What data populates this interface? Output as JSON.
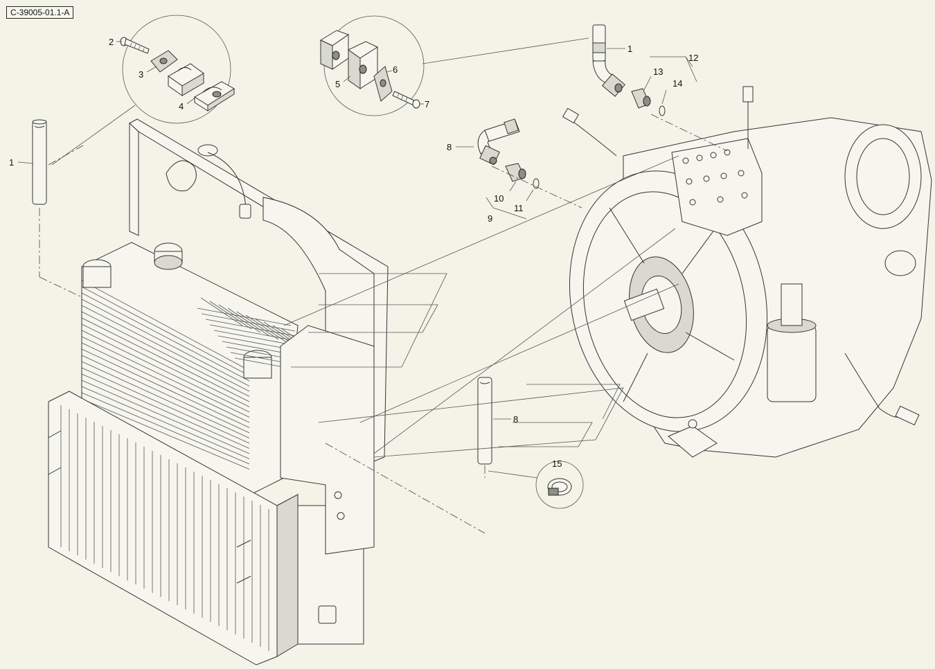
{
  "reference_code": "C-39005-01.1-A",
  "callouts": [
    {
      "id": "c1a",
      "label": "1"
    },
    {
      "id": "c2",
      "label": "2"
    },
    {
      "id": "c3",
      "label": "3"
    },
    {
      "id": "c4",
      "label": "4"
    },
    {
      "id": "c5",
      "label": "5"
    },
    {
      "id": "c6",
      "label": "6"
    },
    {
      "id": "c7",
      "label": "7"
    },
    {
      "id": "c1b",
      "label": "1"
    },
    {
      "id": "c12",
      "label": "12"
    },
    {
      "id": "c13",
      "label": "13"
    },
    {
      "id": "c14",
      "label": "14"
    },
    {
      "id": "c8a",
      "label": "8"
    },
    {
      "id": "c10",
      "label": "10"
    },
    {
      "id": "c11",
      "label": "11"
    },
    {
      "id": "c9",
      "label": "9"
    },
    {
      "id": "c8b",
      "label": "8"
    },
    {
      "id": "c15",
      "label": "15"
    }
  ]
}
